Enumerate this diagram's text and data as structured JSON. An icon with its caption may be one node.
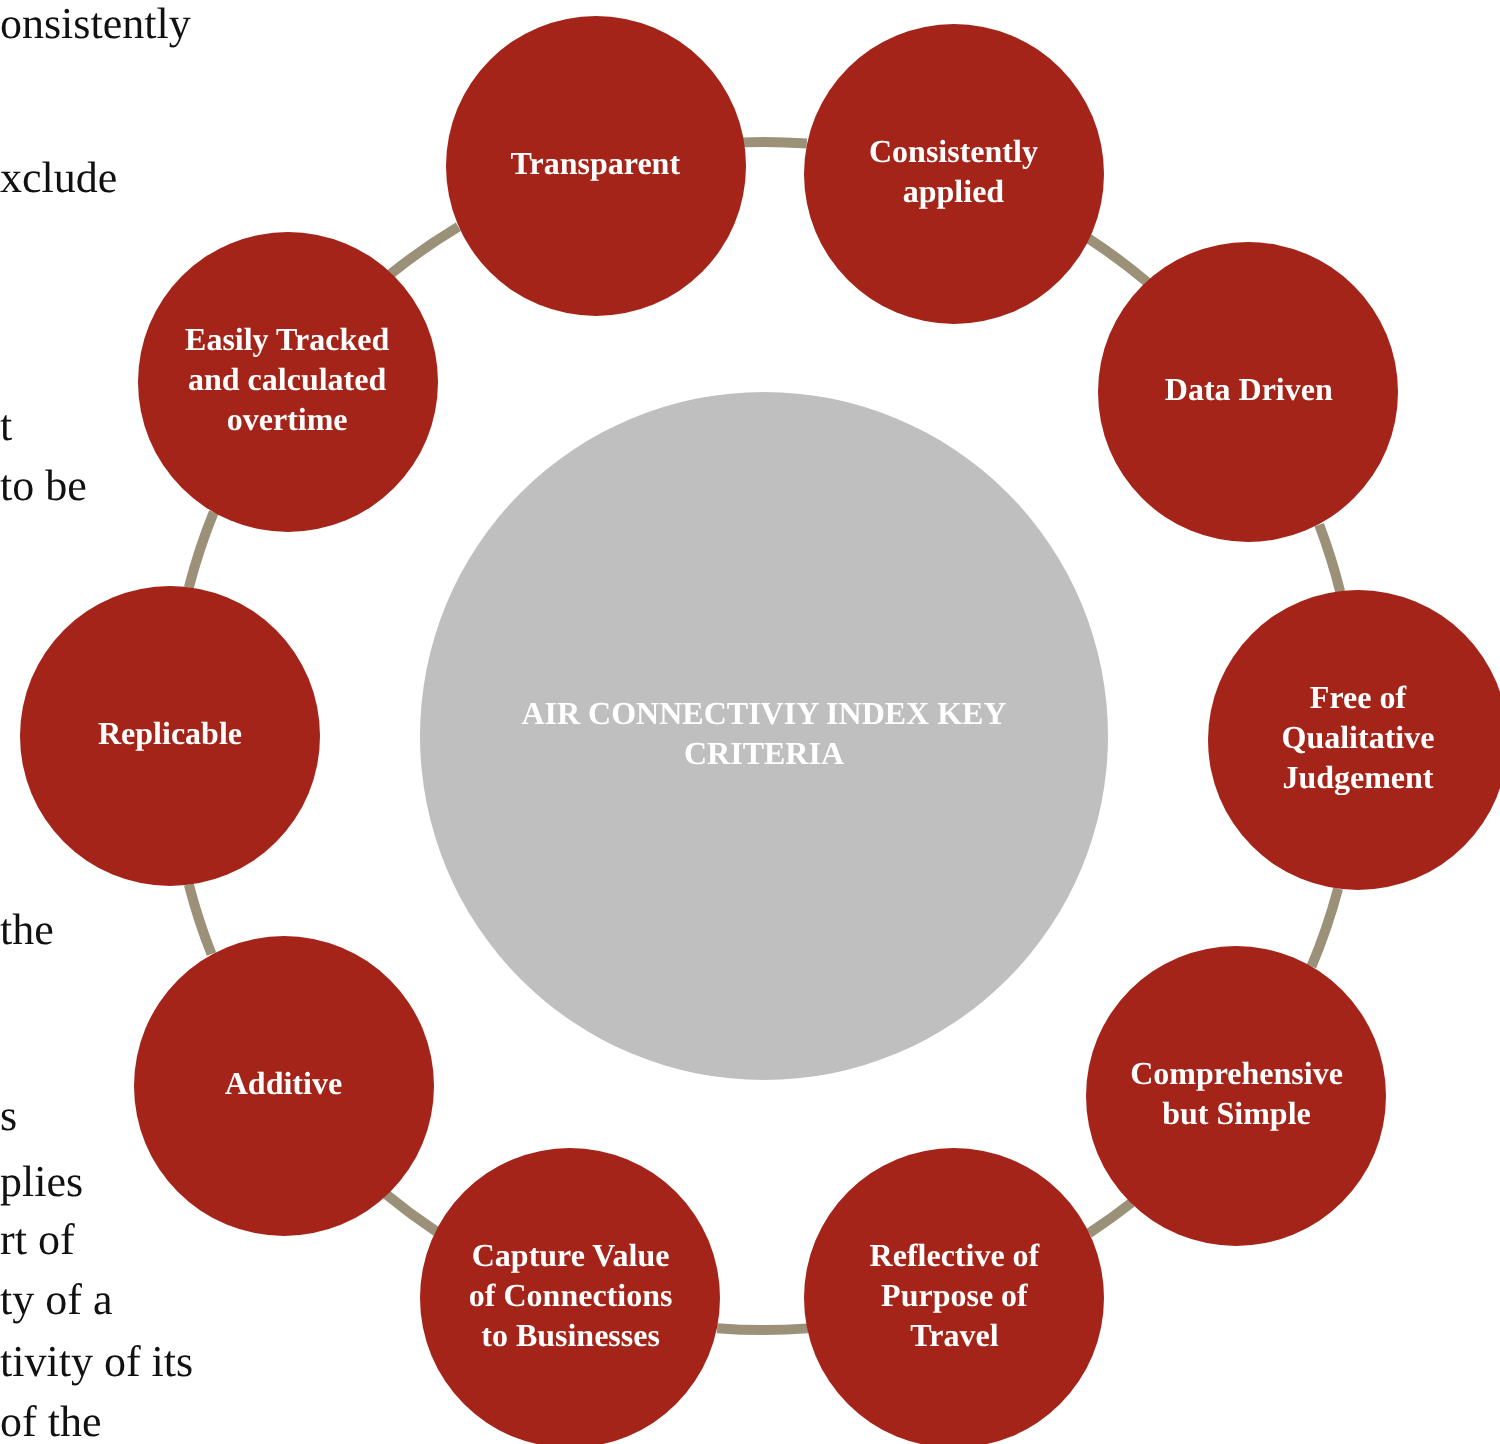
{
  "diagram": {
    "nodes": [
      {
        "text": [
          "AIR CONNECTIVIY INDEX KEY CRITERIA"
        ]
      },
      {
        "text": [
          "Transparent"
        ]
      },
      {
        "text": [
          "Consistently applied"
        ]
      },
      {
        "text": [
          "Data Driven"
        ]
      },
      {
        "text": [
          "Free of Qualitative Judgement"
        ]
      },
      {
        "text": [
          "Comprehensive but Simple"
        ]
      },
      {
        "text": [
          "Reflective of Purpose of Travel"
        ]
      },
      {
        "text": [
          "Capture Value of Connections to Businesses"
        ]
      },
      {
        "text": [
          "Additive"
        ]
      },
      {
        "text": [
          "Replicable"
        ]
      },
      {
        "text": [
          "Easily Tracked and calculated overtime"
        ]
      }
    ],
    "edges": [
      {
        "from": 1,
        "to": 2,
        "arrow": "none"
      },
      {
        "from": 2,
        "to": 3,
        "arrow": "none"
      },
      {
        "from": 3,
        "to": 4,
        "arrow": "none"
      },
      {
        "from": 4,
        "to": 5,
        "arrow": "none"
      },
      {
        "from": 5,
        "to": 6,
        "arrow": "none"
      },
      {
        "from": 6,
        "to": 7,
        "arrow": "none"
      },
      {
        "from": 7,
        "to": 8,
        "arrow": "none"
      },
      {
        "from": 8,
        "to": 9,
        "arrow": "none"
      },
      {
        "from": 9,
        "to": 10,
        "arrow": "none"
      },
      {
        "from": 10,
        "to": 1,
        "arrow": "none"
      }
    ],
    "labels": [
      "onsistently",
      "xclude",
      "t",
      "to be",
      "the",
      "s",
      "plies",
      "rt of",
      "ty of a",
      "tivity of its",
      "of the"
    ]
  }
}
